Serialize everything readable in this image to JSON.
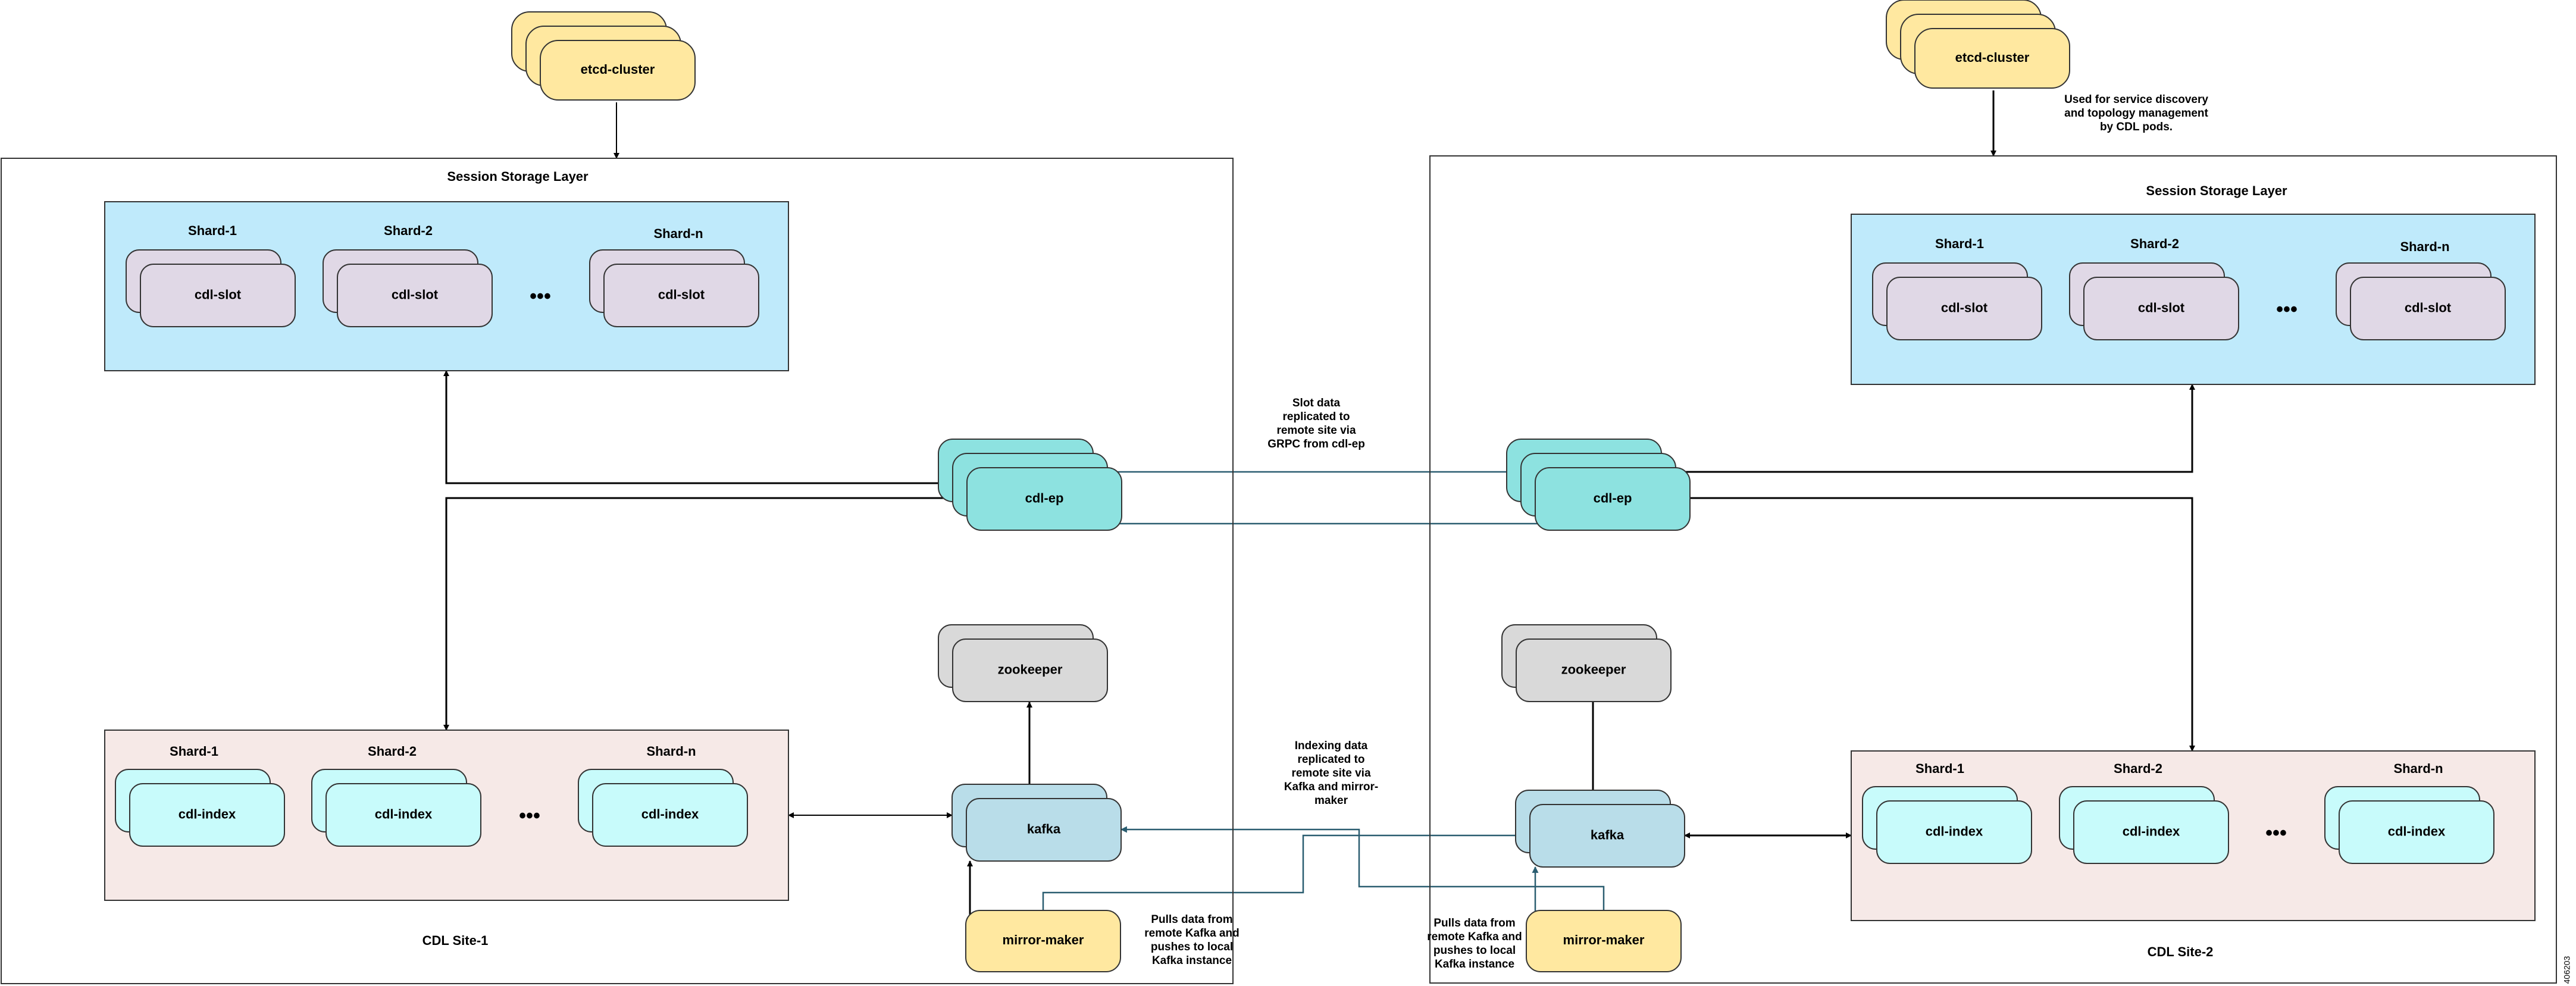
{
  "etcd": "etcd-cluster",
  "etcd_note": [
    "Used for service discovery",
    "and topology management",
    "by CDL pods."
  ],
  "storage_layer": "Session Storage Layer",
  "shards": [
    "Shard-1",
    "Shard-2",
    "Shard-n"
  ],
  "slot": "cdl-slot",
  "index": "cdl-index",
  "ellipsis": "•••",
  "ep": "cdl-ep",
  "zookeeper": "zookeeper",
  "kafka": "kafka",
  "mirror_maker": "mirror-maker",
  "slot_note": [
    "Slot data",
    "replicated to",
    "remote site via",
    "GRPC from cdl-ep"
  ],
  "index_note": [
    "Indexing data",
    "replicated to",
    "remote site via",
    "Kafka and mirror-",
    "maker"
  ],
  "pull_note": [
    "Pulls data from",
    "remote Kafka and",
    "pushes to local",
    "Kafka instance"
  ],
  "site1": "CDL Site-1",
  "site2": "CDL Site-2",
  "figure_id": "406203",
  "colors": {
    "etcd": "#ffe8a0",
    "slot_bg": "#bfeafb",
    "slot_card": "#e0d8e6",
    "index_bg": "#f6e9e7",
    "index_card": "#c8fbfb",
    "ep": "#8de2e0",
    "zookeeper": "#d9d9d9",
    "kafka": "#b9dde9",
    "mirror": "#ffe8a0",
    "teal_line": "#2a5d70"
  }
}
